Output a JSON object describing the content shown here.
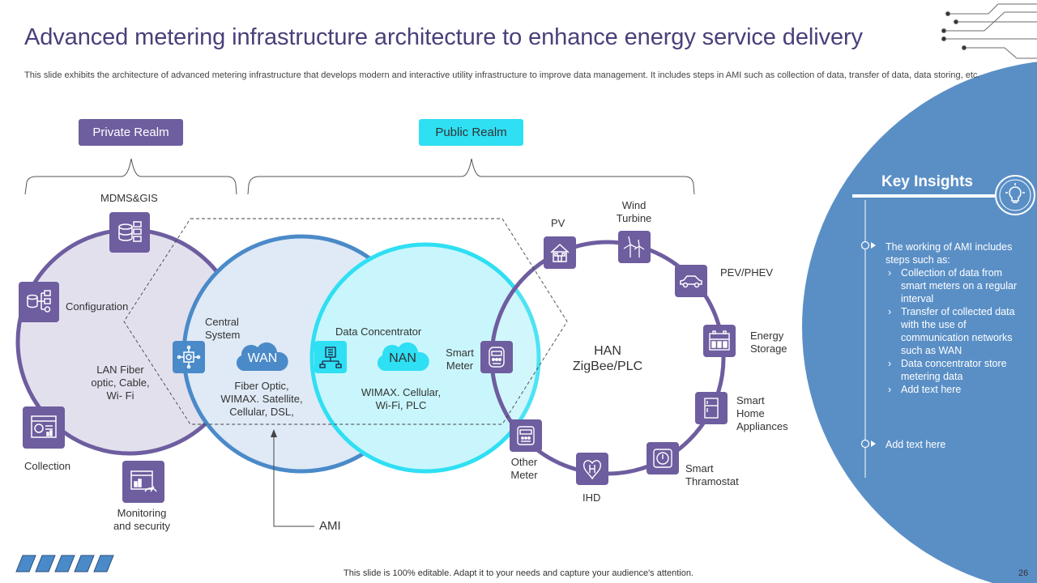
{
  "title": "Advanced metering infrastructure architecture to enhance energy service delivery",
  "subtitle": "This slide exhibits the architecture of advanced metering infrastructure that develops modern and interactive utility infrastructure to improve data management. It includes steps in AMI such as collection of data, transfer of data, data storing, etc.",
  "realms": {
    "private": "Private Realm",
    "public": "Public Realm"
  },
  "private_nodes": {
    "mdms": "MDMS&GIS",
    "configuration": "Configuration",
    "lan": [
      "LAN Fiber",
      "optic, Cable,",
      "Wi- Fi"
    ],
    "collection": "Collection",
    "monitoring": [
      "Monitoring",
      "and security"
    ]
  },
  "wan": {
    "central_system": [
      "Central",
      "System"
    ],
    "cloud": "WAN",
    "desc": [
      "Fiber Optic,",
      "WIMAX. Satellite,",
      "Cellular, DSL,"
    ]
  },
  "nan": {
    "data_concentrator": "Data Concentrator",
    "cloud": "NAN",
    "desc": [
      "WIMAX. Cellular,",
      "Wi-Fi, PLC"
    ],
    "smart_meter": [
      "Smart",
      "Meter"
    ]
  },
  "ami_label": "AMI",
  "han": {
    "center": [
      "HAN",
      "ZigBee/PLC"
    ],
    "pv": "PV",
    "wind": [
      "Wind",
      "Turbine"
    ],
    "pev": "PEV/PHEV",
    "energy_storage": [
      "Energy",
      "Storage"
    ],
    "smart_home": [
      "Smart",
      "Home",
      "Appliances"
    ],
    "thermostat": [
      "Smart",
      "Thramostat"
    ],
    "ihd": "IHD",
    "other_meter": [
      "Other",
      "Meter"
    ]
  },
  "insights": {
    "title": "Key Insights",
    "point1": [
      "The working of AMI includes",
      "steps such as:"
    ],
    "subpoints": [
      [
        "Collection of data from",
        "smart meters on a regular",
        "interval"
      ],
      [
        "Transfer  of collected data",
        "with the use of",
        "communication networks",
        "such as WAN"
      ],
      [
        "Data concentrator store",
        "metering data"
      ],
      [
        "Add text here"
      ]
    ],
    "point2": "Add text here"
  },
  "footer": "This slide is 100% editable. Adapt it to your needs and capture your audience's attention.",
  "page_number": "26",
  "colors": {
    "purple": "#6e5d9f",
    "blue": "#4b8ac9",
    "cyan": "#2fdff3",
    "panel": "#5a8fc6",
    "title": "#4a3f7a"
  }
}
